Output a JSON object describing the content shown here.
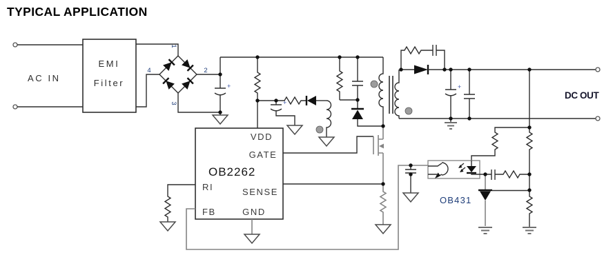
{
  "title": "TYPICAL APPLICATION",
  "io": {
    "ac_in": "AC IN",
    "dc_out": "DC OUT"
  },
  "emi_filter": {
    "line1": "EMI",
    "line2": "Filter"
  },
  "bridge": {
    "pin_top": "1",
    "pin_right": "2",
    "pin_bottom": "3",
    "pin_left": "4"
  },
  "ic": {
    "name": "OB2262",
    "pins": {
      "vdd": "VDD",
      "gate": "GATE",
      "sense": "SENSE",
      "gnd": "GND",
      "ri": "RI",
      "fb": "FB"
    }
  },
  "shunt_regulator": {
    "name": "OB431"
  },
  "plus": "+",
  "colors": {
    "wire": "#2e2e2e",
    "label_navy": "#1d3c78",
    "winding_dot_gray": "#9d9d9d"
  }
}
